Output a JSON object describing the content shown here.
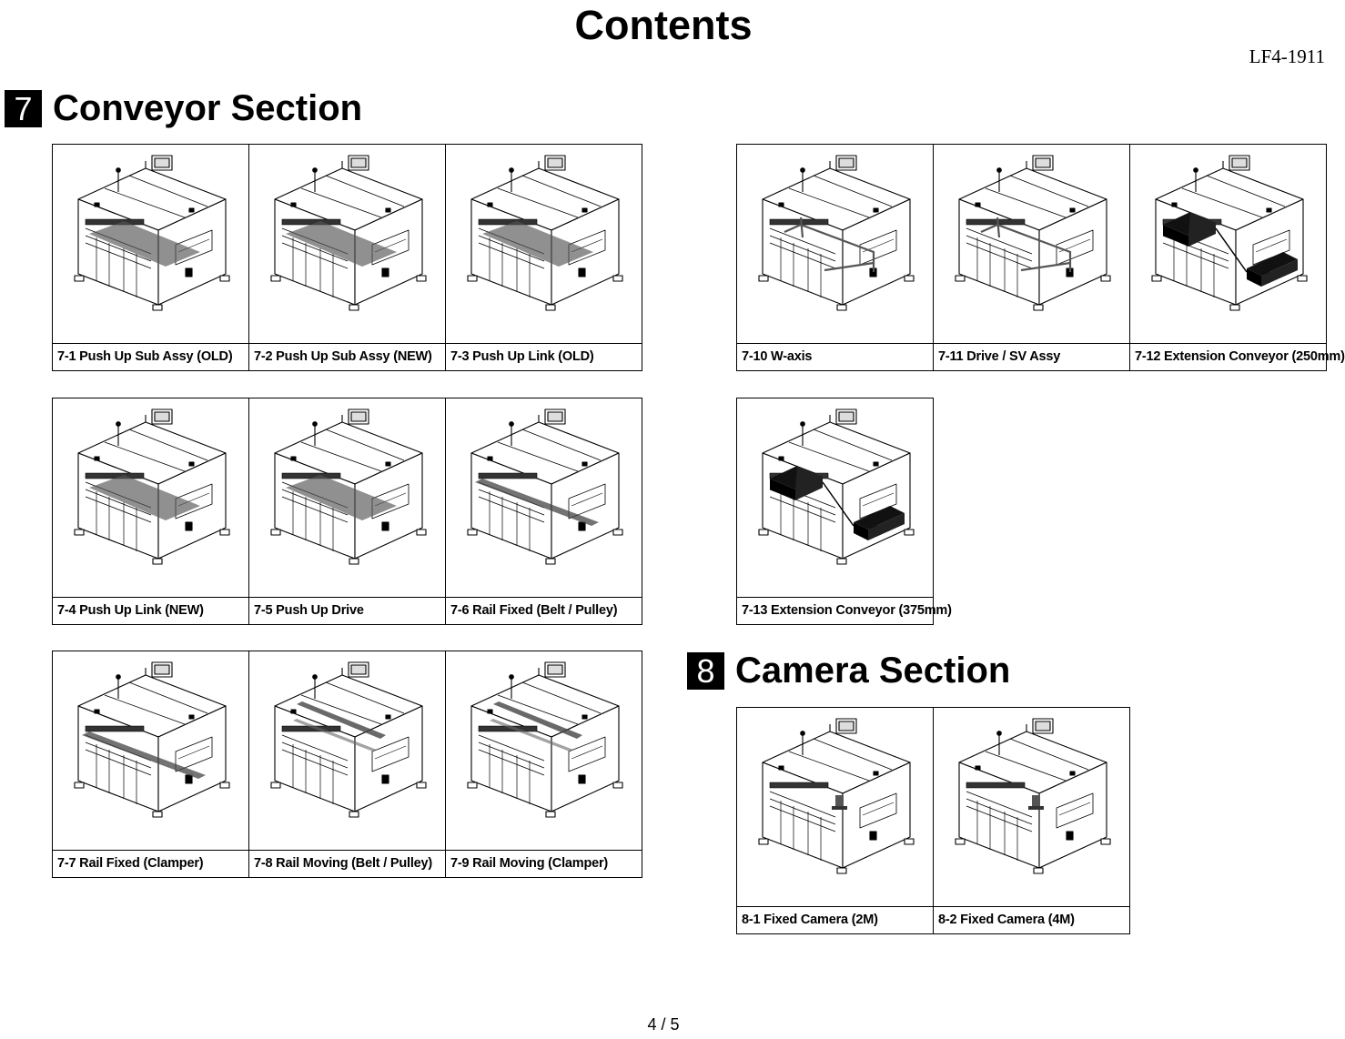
{
  "page": {
    "title": "Contents",
    "doc_code": "LF4-1911",
    "page_number": "4 / 5"
  },
  "sections": [
    {
      "number": "7",
      "title": "Conveyor Section",
      "groups": [
        {
          "items": [
            {
              "label": "7-1 Push Up Sub Assy (OLD)",
              "highlight": "gray-band"
            },
            {
              "label": "7-2 Push Up Sub Assy (NEW)",
              "highlight": "gray-band"
            },
            {
              "label": "7-3 Push Up Link (OLD)",
              "highlight": "gray-band"
            }
          ]
        },
        {
          "items": [
            {
              "label": "7-10 W-axis",
              "highlight": "outline"
            },
            {
              "label": "7-11 Drive / SV Assy",
              "highlight": "outline"
            },
            {
              "label": "7-12 Extension Conveyor (250mm)",
              "highlight": "black-blocks"
            }
          ]
        },
        {
          "items": [
            {
              "label": "7-4 Push Up Link (NEW)",
              "highlight": "gray-band"
            },
            {
              "label": "7-5 Push Up Drive",
              "highlight": "gray-band"
            },
            {
              "label": "7-6 Rail Fixed (Belt / Pulley)",
              "highlight": "rail"
            }
          ]
        },
        {
          "items": [
            {
              "label": "7-13 Extension Conveyor (375mm)",
              "highlight": "black-blocks"
            }
          ]
        },
        {
          "items": [
            {
              "label": "7-7 Rail Fixed (Clamper)",
              "highlight": "rail"
            },
            {
              "label": "7-8 Rail Moving (Belt / Pulley)",
              "highlight": "rail-diagonal"
            },
            {
              "label": "7-9 Rail Moving (Clamper)",
              "highlight": "rail-diagonal"
            }
          ]
        }
      ]
    },
    {
      "number": "8",
      "title": "Camera Section",
      "groups": [
        {
          "items": [
            {
              "label": "8-1 Fixed Camera (2M)",
              "highlight": "camera"
            },
            {
              "label": "8-2 Fixed Camera (4M)",
              "highlight": "camera"
            }
          ]
        }
      ]
    }
  ]
}
